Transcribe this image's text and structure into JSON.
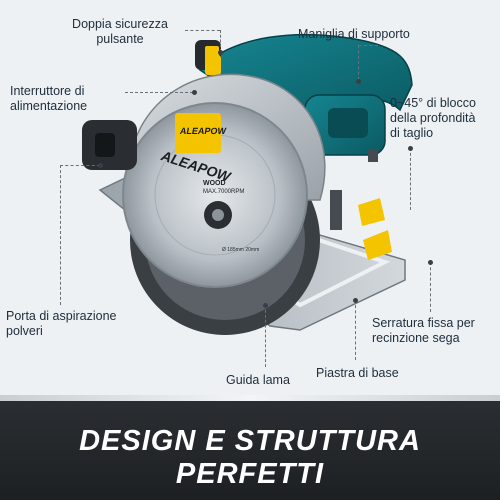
{
  "labels": {
    "dual_safety": "Doppia sicurezza\npulsante",
    "power_switch": "Interruttore di\nalimentazione",
    "support_handle": "Maniglia di supporto",
    "depth_lock": "0~45° di blocco\ndella profondità\ndi taglio",
    "dust_port": "Porta di aspirazione\npolveri",
    "fence_lock": "Serratura fissa per\nrecinzione sega",
    "blade_guide": "Guida lama",
    "base_plate": "Piastra di base"
  },
  "product": {
    "brand": "ALEAPOW",
    "blade_material": "WOOD",
    "blade_speed": "MAX.7000RPM",
    "blade_spec": "Ø 185mm  20mm"
  },
  "banner": {
    "line1": "DESIGN E STRUTTURA",
    "line2": "PERFETTI"
  },
  "colors": {
    "body_teal": "#0e6f78",
    "accent_yellow": "#f5c400",
    "banner_dark": "#222528"
  }
}
